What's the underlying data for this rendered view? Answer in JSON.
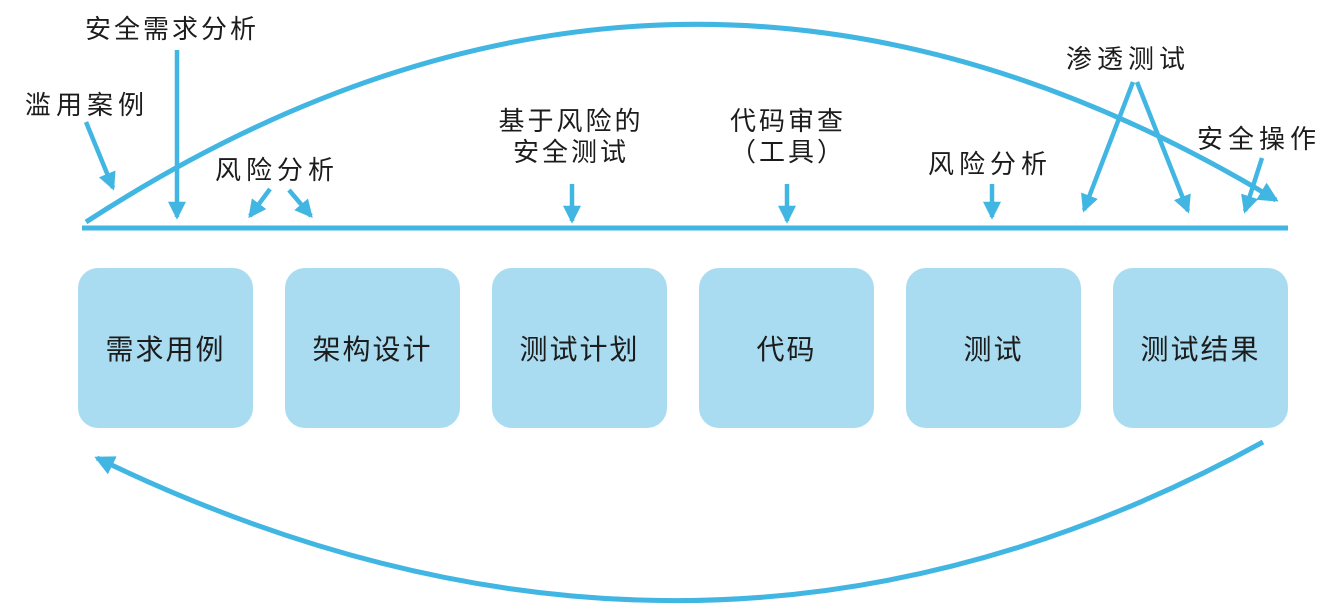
{
  "colors": {
    "accent": "#41b6e3",
    "box_fill": "#a9dcf0",
    "text": "#1c1c1c",
    "bg": "#ffffff"
  },
  "timeline": {
    "annotations": {
      "abuse_case": "滥用案例",
      "security_requirements": "安全需求分析",
      "risk_analysis_left": "风险分析",
      "risk_based_testing_line1": "基于风险的",
      "risk_based_testing_line2": "安全测试",
      "code_review_line1": "代码审查",
      "code_review_line2": "（工具）",
      "risk_analysis_right": "风险分析",
      "penetration_testing": "渗透测试",
      "security_operations": "安全操作"
    },
    "stages": [
      {
        "label": "需求用例"
      },
      {
        "label": "架构设计"
      },
      {
        "label": "测试计划"
      },
      {
        "label": "代码"
      },
      {
        "label": "测试"
      },
      {
        "label": "测试结果"
      }
    ]
  }
}
